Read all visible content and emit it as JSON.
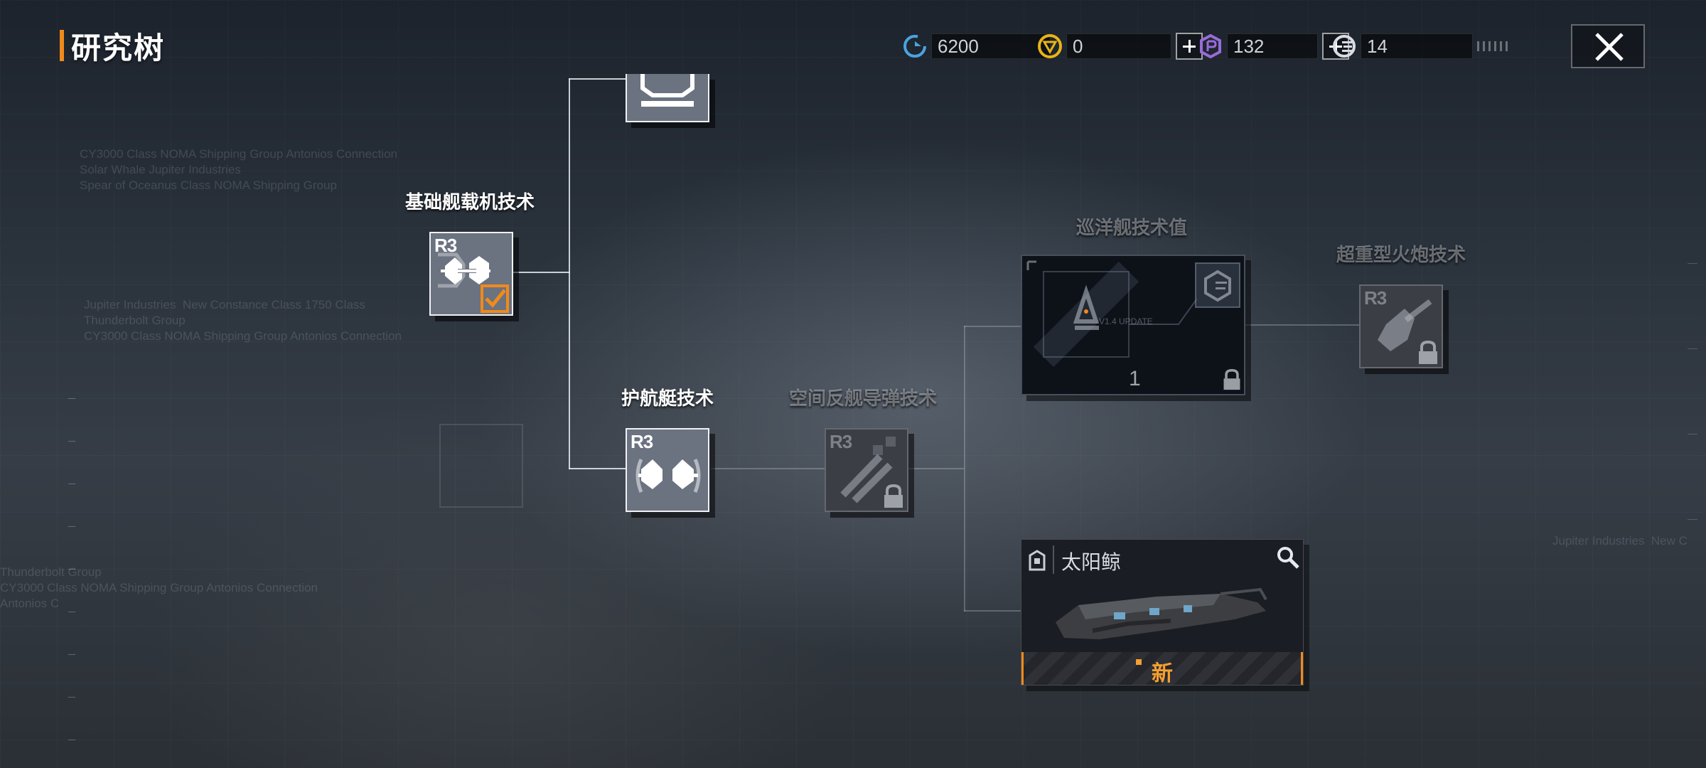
{
  "header": {
    "title": "研究树"
  },
  "currencies": [
    {
      "icon": "refresh-credit-icon",
      "value": "6200",
      "has_add": false
    },
    {
      "icon": "gold-v-coin-icon",
      "value": "0",
      "has_add": true
    },
    {
      "icon": "purple-p-coin-icon",
      "value": "132",
      "has_add": true
    },
    {
      "icon": "tech-chip-icon",
      "value": "14",
      "has_add": false
    }
  ],
  "colors": {
    "accent": "#f08a1c",
    "node_active": "#6b7280",
    "node_locked": "#3b3f45"
  },
  "tree": {
    "nodes": [
      {
        "id": "basic-carrier",
        "label": "基础舰载机技术",
        "tier": "R3",
        "state": "researched",
        "icon": "aircraft-pair-icon"
      },
      {
        "id": "escort",
        "label": "护航艇技术",
        "tier": "R3",
        "state": "available",
        "icon": "escort-pair-icon"
      },
      {
        "id": "anti-ship-missile",
        "label": "空间反舰导弹技术",
        "tier": "R3",
        "state": "locked",
        "icon": "missile-icon"
      },
      {
        "id": "cruiser-tech",
        "label": "巡洋舰技术值",
        "state": "locked",
        "count": "1",
        "icon": "cruiser-upgrade-icon"
      },
      {
        "id": "super-heavy-cannon",
        "label": "超重型火炮技术",
        "tier": "R3",
        "state": "locked",
        "icon": "cannon-icon"
      }
    ],
    "ship": {
      "name": "太阳鲸",
      "badge": "新"
    }
  }
}
